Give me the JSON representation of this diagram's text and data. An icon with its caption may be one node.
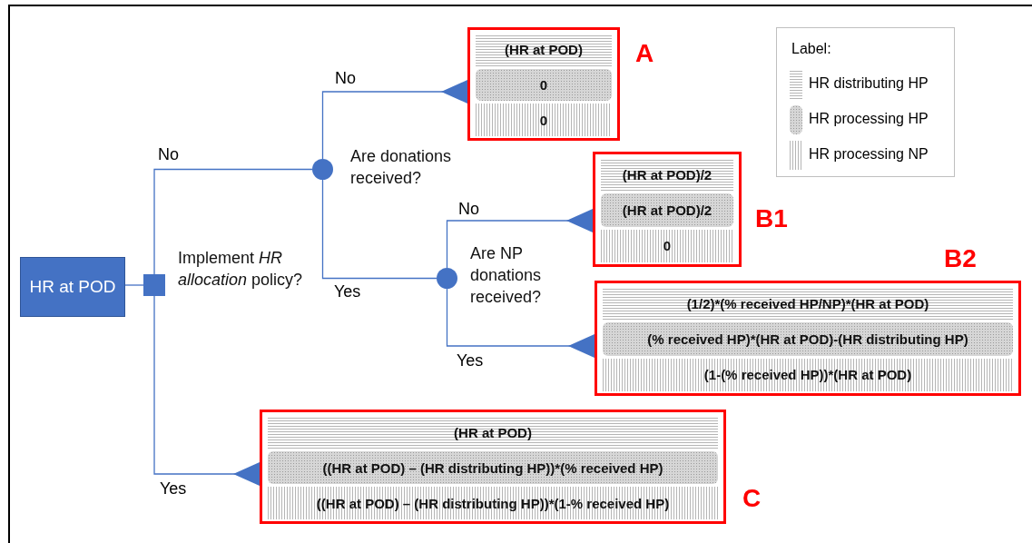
{
  "diagram": {
    "nodes": [
      {
        "text": [
          "HR at POD"
        ]
      },
      {
        "text": [],
        "shape": "box",
        "beside": [
          "Implement *HR allocation* policy?"
        ]
      },
      {
        "text": [],
        "shape": "circle",
        "beside": [
          "Are donations received?"
        ]
      },
      {
        "text": [],
        "shape": "circle",
        "beside": [
          "Are NP donations received?"
        ]
      },
      {
        "text": [
          "(HR at POD)",
          "0",
          "0"
        ],
        "beside": [
          "A"
        ]
      },
      {
        "text": [
          "(HR at POD)/2",
          "(HR at POD)/2",
          "0"
        ],
        "beside": [
          "B1"
        ]
      },
      {
        "text": [
          "(1/2)*(% received HP/NP)*(HR at POD)",
          "(% received HP)*(HR at POD)-(HR distributing HP)",
          "(1-(% received HP))*(HR at POD)"
        ],
        "beside": [
          "B2"
        ]
      },
      {
        "text": [
          "(HR at POD)",
          "((HR at POD) – (HR distributing HP))*(% received HP)",
          "((HR at POD) – (HR distributing HP))*(1-% received HP)"
        ],
        "beside": [
          "C"
        ]
      }
    ],
    "edges": [
      {
        "from": 0,
        "to": 1,
        "arrow": "none"
      },
      {
        "from": 1,
        "to": 2,
        "arrow": "none",
        "label": "No"
      },
      {
        "from": 1,
        "to": 7,
        "arrow": "other",
        "label": "Yes"
      },
      {
        "from": 2,
        "to": 4,
        "arrow": "other",
        "label": "No"
      },
      {
        "from": 2,
        "to": 3,
        "arrow": "none",
        "label": "Yes"
      },
      {
        "from": 3,
        "to": 5,
        "arrow": "other",
        "label": "No"
      },
      {
        "from": 3,
        "to": 6,
        "arrow": "other",
        "label": "Yes"
      }
    ],
    "labels": [
      "Label:"
    ],
    "legend": [
      {
        "text": "HR distributing HP"
      },
      {
        "text": "HR processing HP"
      },
      {
        "text": "HR processing NP"
      }
    ]
  }
}
